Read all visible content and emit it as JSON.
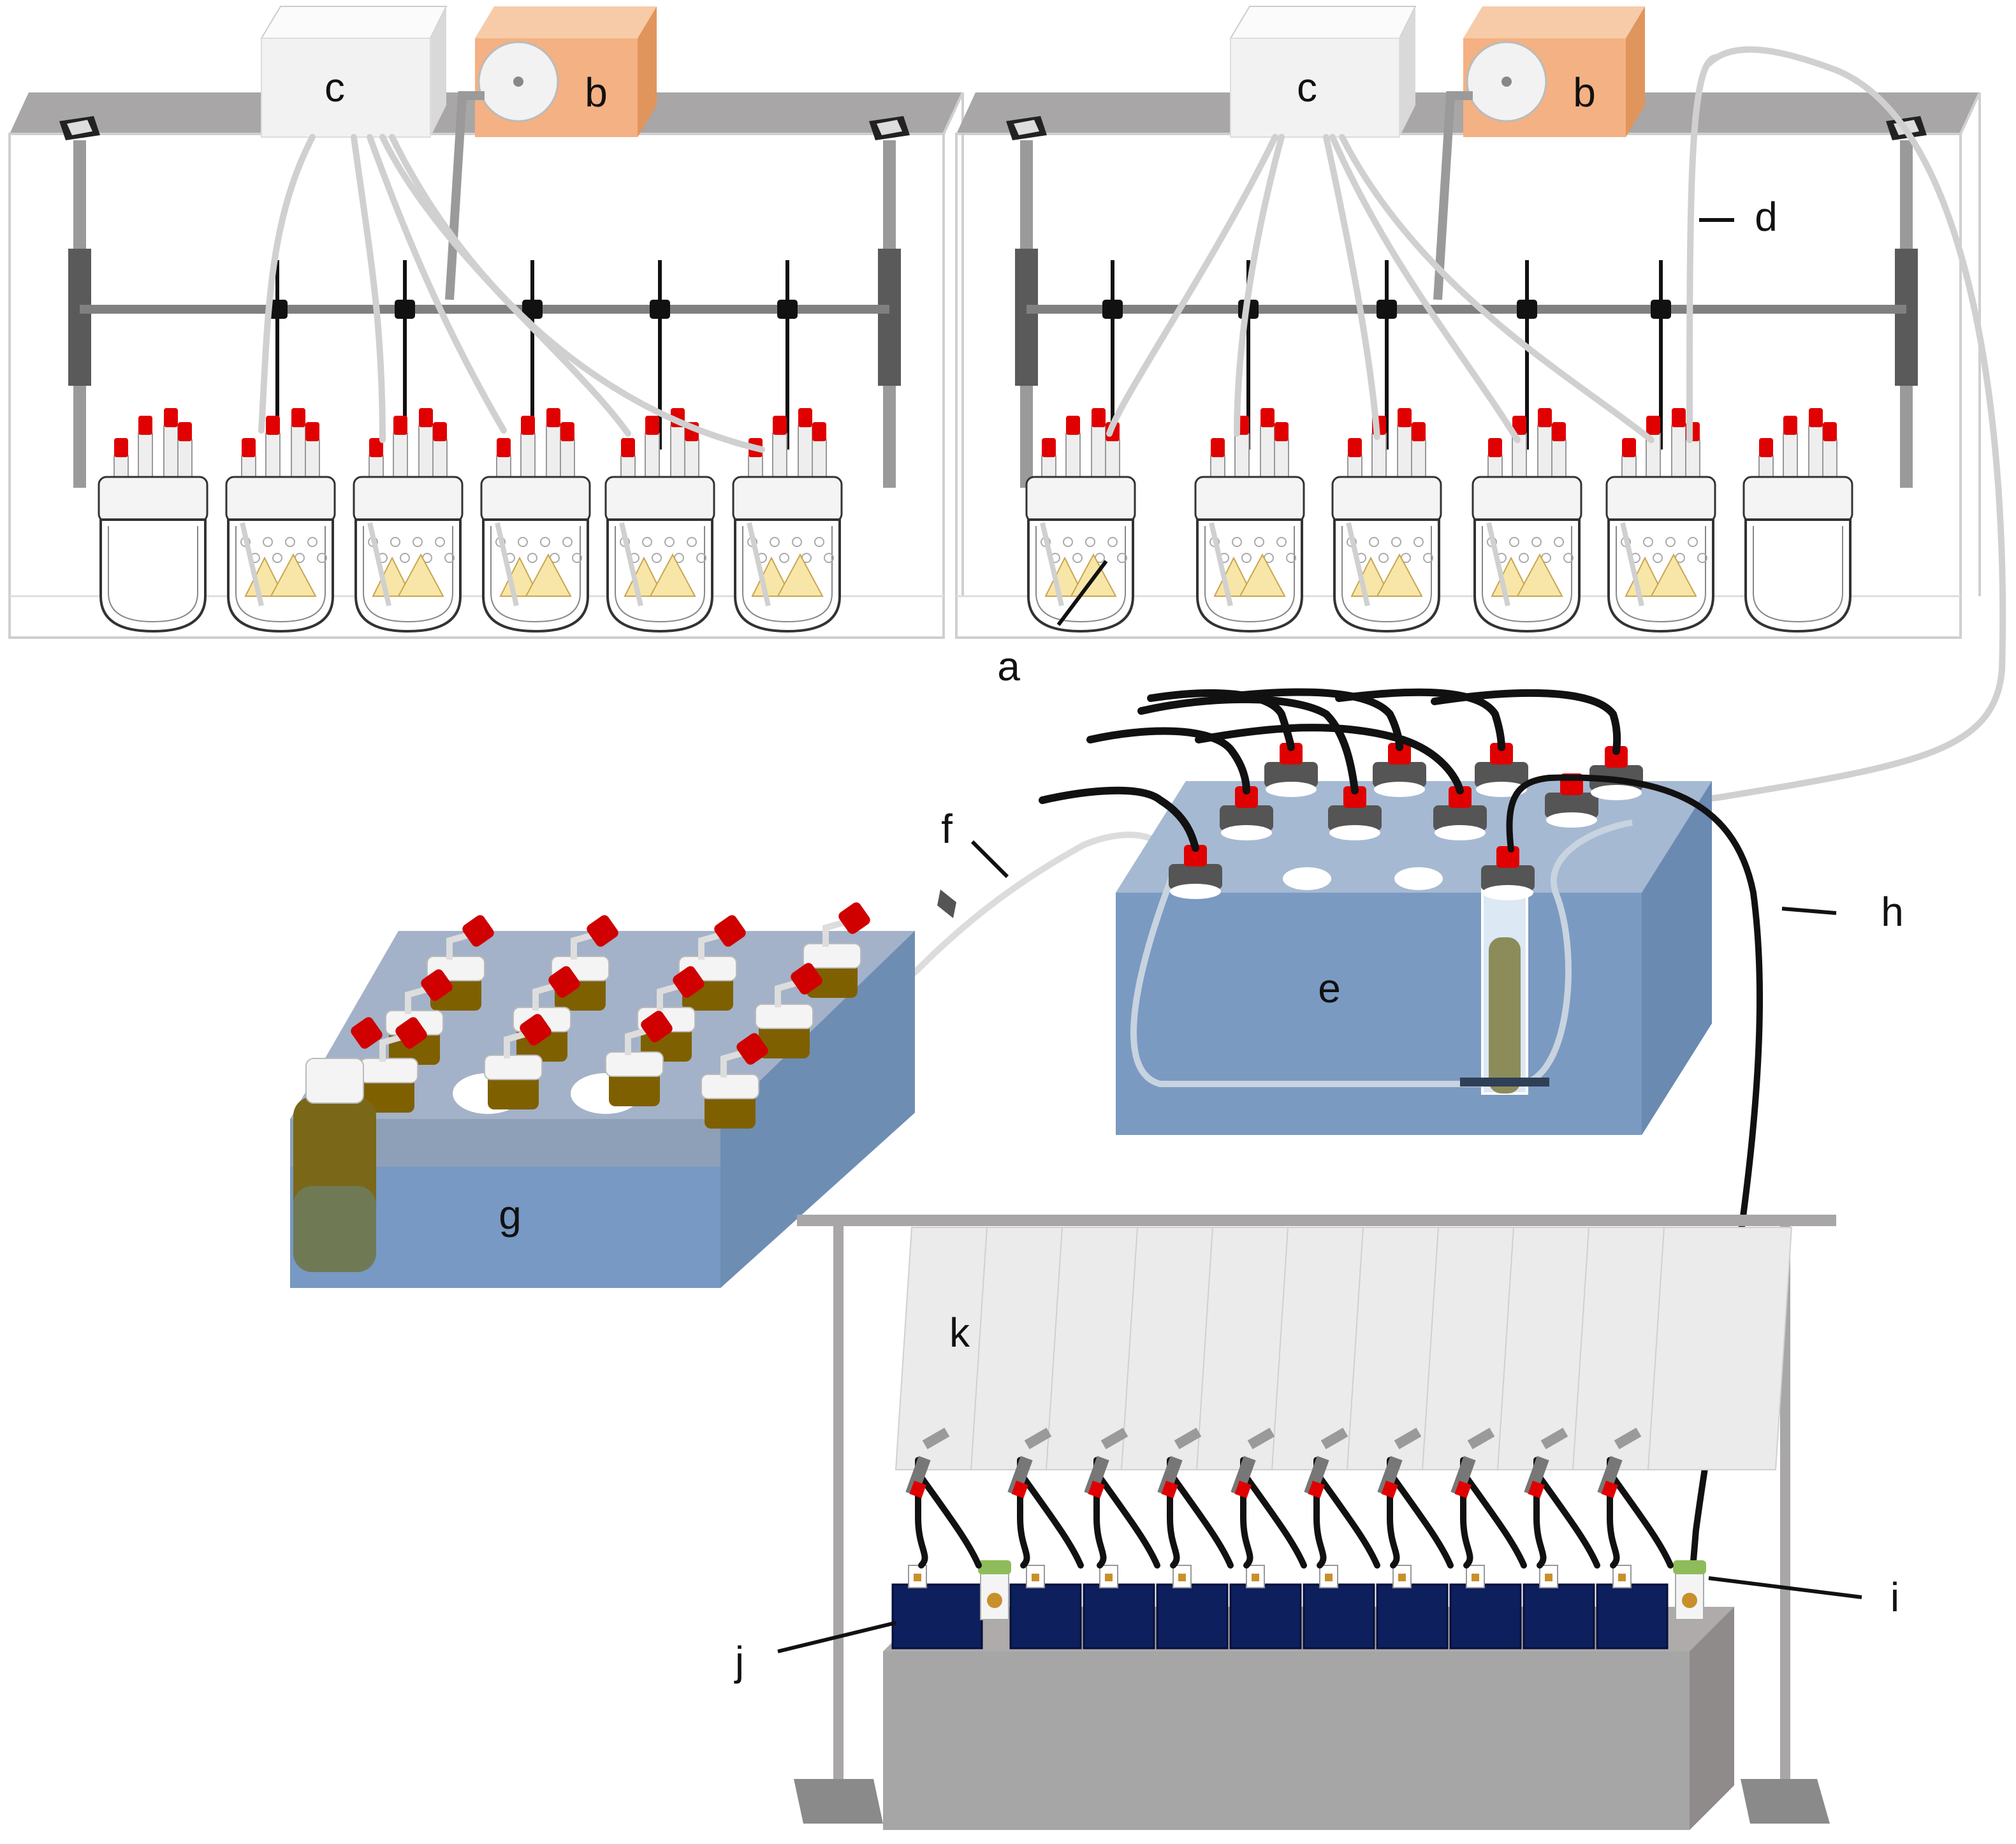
{
  "labels": {
    "a": "a",
    "b_left": "b",
    "b_right": "b",
    "c_left": "c",
    "c_right": "c",
    "d": "d",
    "e": "e",
    "f": "f",
    "g": "g",
    "h": "h",
    "i": "i",
    "j": "j",
    "k": "k"
  },
  "colors": {
    "frame": "#a8a6a6",
    "controller_box": "#f2f2f2",
    "pump_box": "#f4b183",
    "tubing_light": "#d0d0d0",
    "tubing_dark": "#111111",
    "water_bath": "#8faac8",
    "water_bath_side": "#6a8ab2",
    "cap_red": "#e00000",
    "cap_dark": "#555555",
    "amber": "#7f6000",
    "scale_base": "#afabab",
    "scale_front": "#a6a6a6",
    "battery_blue": "#0d1f5c",
    "incubator_green": "#8fbc5a",
    "leaf": "#f8e6a8"
  }
}
